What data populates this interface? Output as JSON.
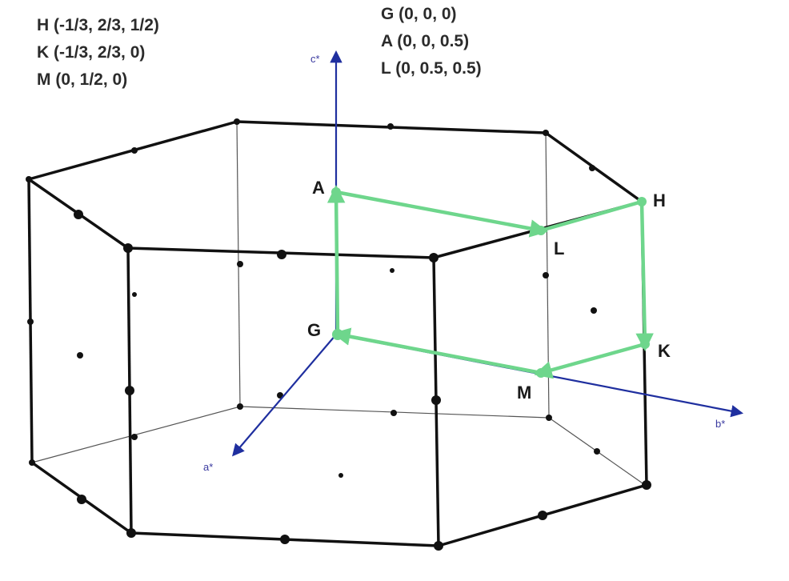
{
  "coords_left": [
    {
      "text": "H (-1/3, 2/3, 1/2)"
    },
    {
      "text": "K (-1/3, 2/3, 0)"
    },
    {
      "text": "M (0, 1/2, 0)"
    }
  ],
  "coords_right": [
    {
      "text": "G (0, 0, 0)"
    },
    {
      "text": "A (0, 0, 0.5)"
    },
    {
      "text": "L (0, 0.5, 0.5)"
    }
  ],
  "points": {
    "A": "A",
    "L": "L",
    "H": "H",
    "G": "G",
    "M": "M",
    "K": "K"
  },
  "axes": {
    "c": "c*",
    "b": "b*",
    "a": "a*"
  },
  "colors": {
    "edge": "#111111",
    "axis": "#1f2f9f",
    "path": "#6ed68c"
  }
}
